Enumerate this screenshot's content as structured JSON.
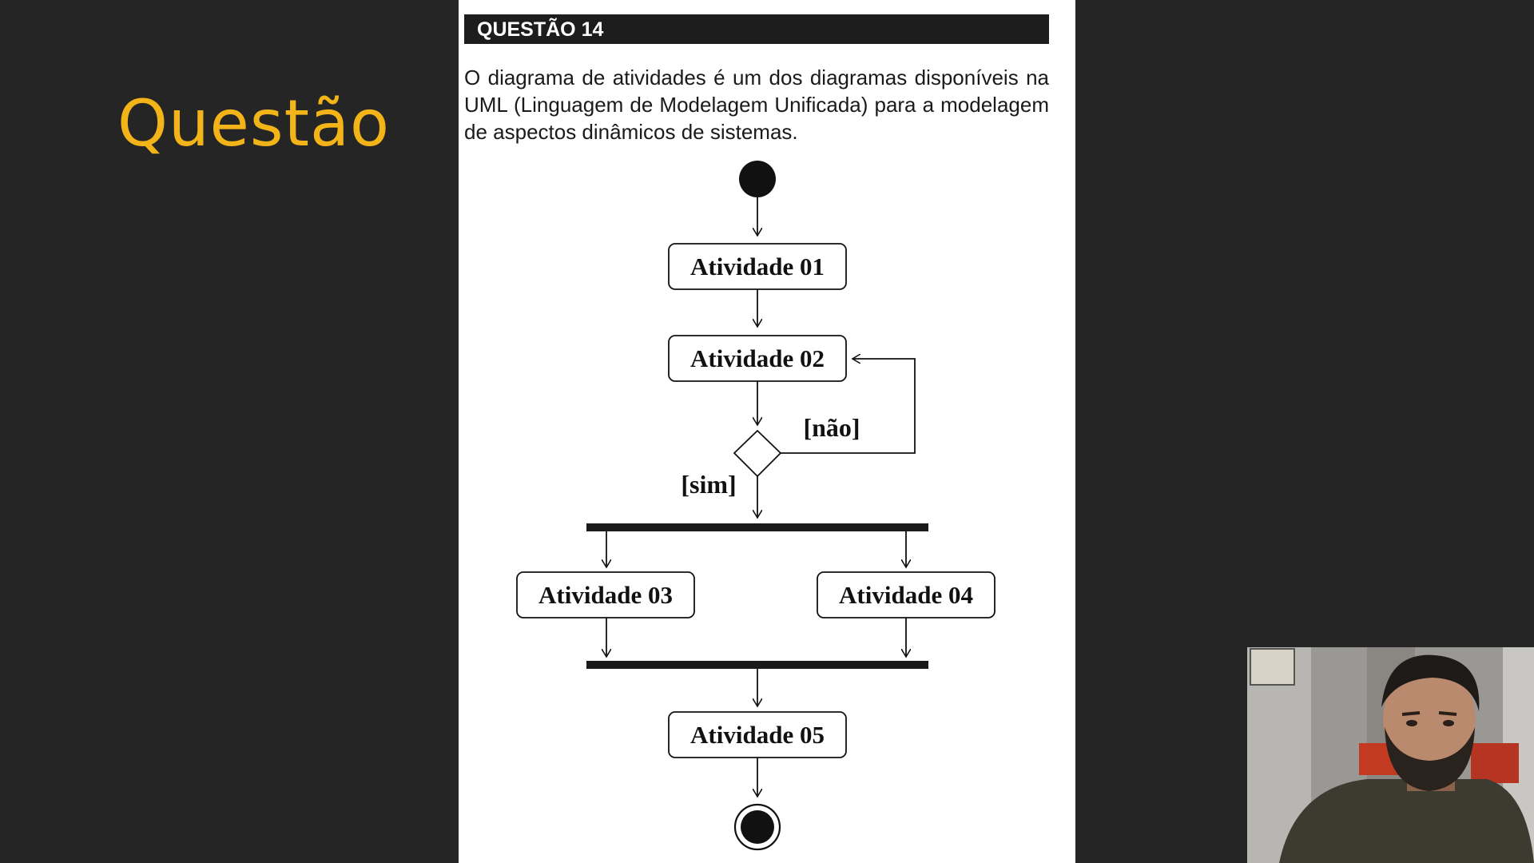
{
  "slide": {
    "title": "Questão",
    "title_color": "#f2b418",
    "background": "#252525"
  },
  "question": {
    "header": "QUESTÃO 14",
    "text": "O diagrama de atividades é um dos diagramas disponíveis na UML (Linguagem de Modelagem Unificada) para a modelagem de aspectos dinâmicos de sistemas."
  },
  "diagram": {
    "activities": [
      "Atividade 01",
      "Atividade 02",
      "Atividade 03",
      "Atividade 04",
      "Atividade 05"
    ],
    "guards": {
      "no": "[não]",
      "yes": "[sim]"
    }
  },
  "webcam": {
    "description_icon": "presenter-webcam"
  }
}
